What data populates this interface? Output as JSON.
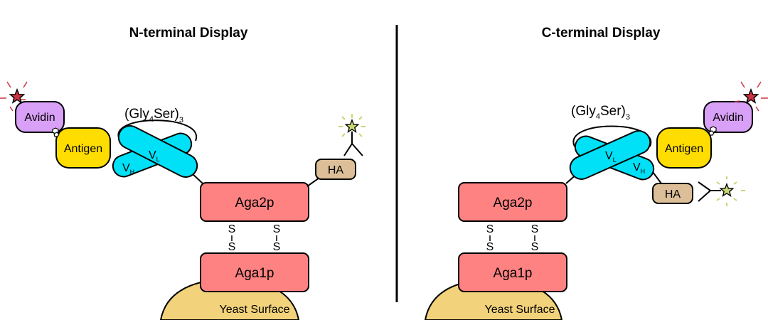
{
  "panels": [
    {
      "title": "N-terminal Display",
      "avidin": "Avidin",
      "antigen": "Antigen",
      "linker": {
        "base": "(Gly",
        "sub1": "4",
        "mid": "Ser)",
        "sub2": "3"
      },
      "vh": {
        "base": "V",
        "sub": "H"
      },
      "vl": {
        "base": "V",
        "sub": "L"
      },
      "aga2p": "Aga2p",
      "aga1p": "Aga1p",
      "ha": "HA",
      "disulfide": "S",
      "surface": "Yeast Surface"
    },
    {
      "title": "C-terminal Display",
      "avidin": "Avidin",
      "antigen": "Antigen",
      "linker": {
        "base": "(Gly",
        "sub1": "4",
        "mid": "Ser)",
        "sub2": "3"
      },
      "vh": {
        "base": "V",
        "sub": "H"
      },
      "vl": {
        "base": "V",
        "sub": "L"
      },
      "aga2p": "Aga2p",
      "aga1p": "Aga1p",
      "ha": "HA",
      "disulfide": "S",
      "surface": "Yeast Surface"
    }
  ],
  "colors": {
    "avidin": "#d9a0f7",
    "antigen": "#ffdd00",
    "scfv": "#00e1f7",
    "aga": "#ff8282",
    "ha": "#dcbf98",
    "surface": "#f2d27a",
    "star_red": "#cc3344",
    "star_green": "#c4d873"
  }
}
